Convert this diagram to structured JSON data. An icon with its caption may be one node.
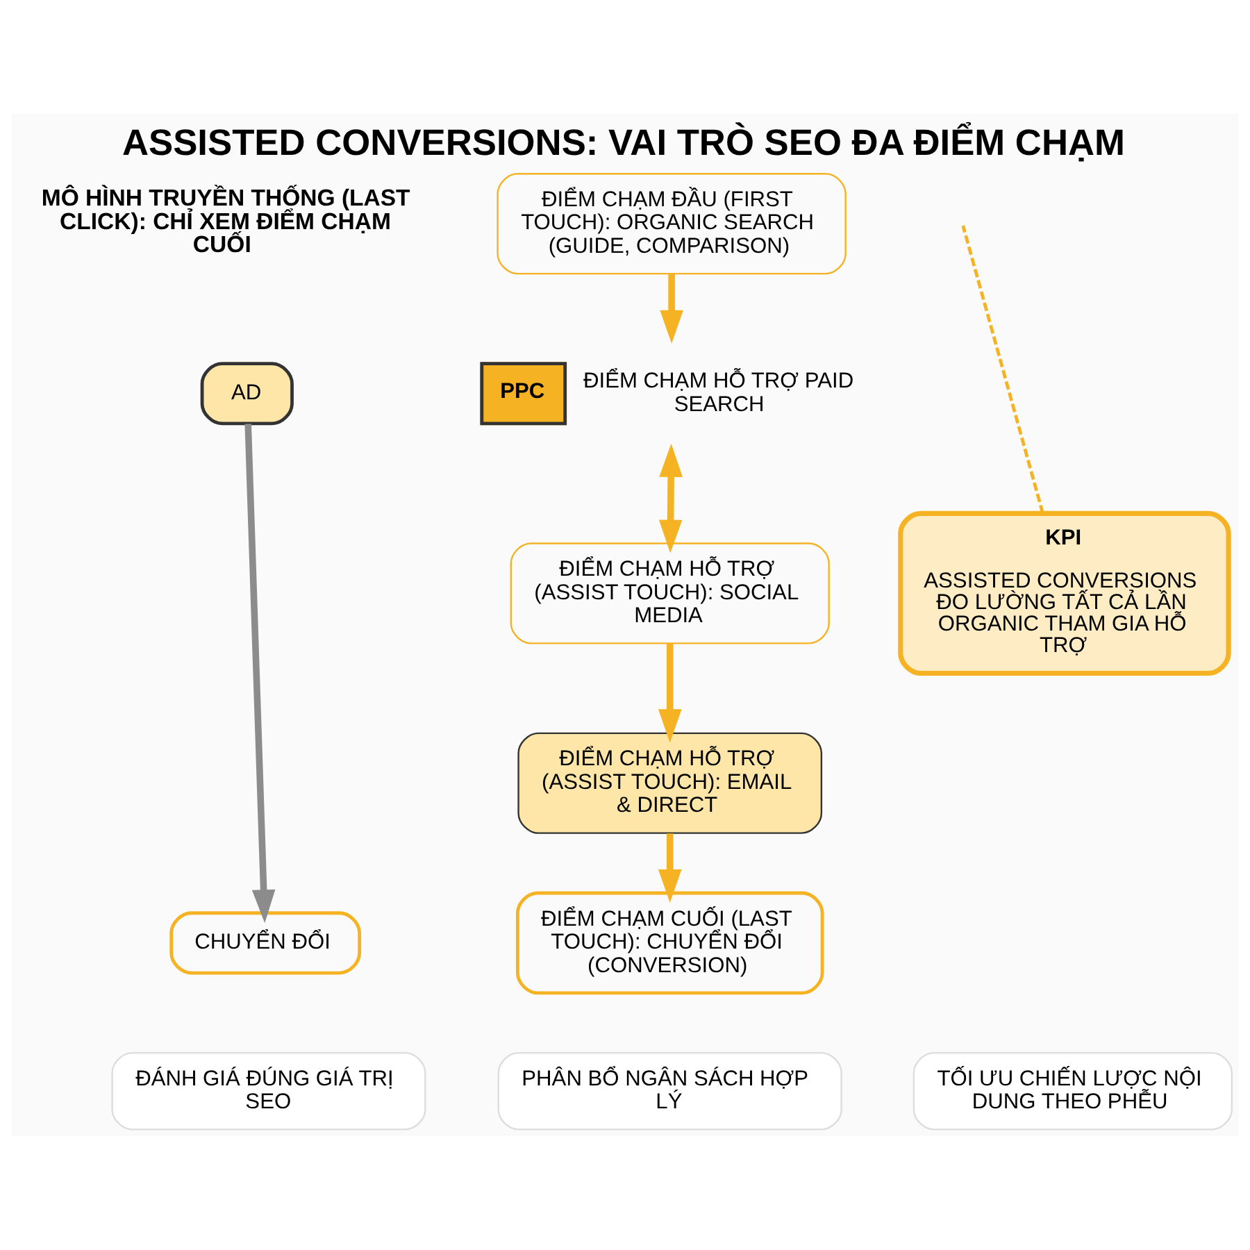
{
  "diagram": {
    "title": "ASSISTED CONVERSIONS: VAI TRÒ SEO ĐA ĐIỂM CHẠM",
    "nodes": [
      {
        "text": [
          "AD"
        ]
      },
      {
        "text": [
          "CHUYỂN ĐỔI"
        ]
      },
      {
        "text": [
          "ĐIỂM CHẠM ĐẦU (FIRST TOUCH): ORGANIC SEARCH (GUIDE, COMPARISON)"
        ]
      },
      {
        "text": [
          "PPC"
        ],
        "beside": [
          "ĐIỂM CHẠM HỖ TRỢ PAID SEARCH"
        ]
      },
      {
        "text": [
          "ĐIỂM CHẠM HỖ TRỢ (ASSIST TOUCH): SOCIAL MEDIA"
        ]
      },
      {
        "text": [
          "ĐIỂM CHẠM HỖ TRỢ (ASSIST TOUCH): EMAIL & DIRECT"
        ]
      },
      {
        "text": [
          "KPI",
          "ASSISTED CONVERSIONS ĐO LƯỜNG TẤT CẢ LẦN ORGANIC THAM GIA HỖ TRỢ"
        ]
      },
      {
        "text": [
          "ĐIỂM CHẠM CUỐI (LAST TOUCH): CHUYỂN ĐỔI (CONVERSION)"
        ]
      },
      {
        "text": [
          "ĐÁNH GIÁ ĐÚNG GIÁ TRỊ SEO"
        ]
      },
      {
        "text": [
          "PHÂN BỔ NGÂN SÁCH HỢP LÝ"
        ]
      },
      {
        "text": [
          "TỐI ƯU CHIẾN LƯỢC NỘI DUNG THEO PHỄU"
        ]
      }
    ],
    "edges": [
      {
        "from": 0,
        "to": 1,
        "arrow": "to",
        "color": "#8c8c8c"
      },
      {
        "from": 2,
        "to": 3,
        "arrow": "to"
      },
      {
        "from": 3,
        "to": 4,
        "arrow": "both"
      },
      {
        "from": 4,
        "to": 5,
        "arrow": "to"
      },
      {
        "from": 5,
        "to": 7,
        "arrow": "to"
      },
      {
        "from": 6,
        "to": null,
        "arrow": "none",
        "style": "dashed"
      }
    ],
    "labels": [
      "MÔ HÌNH TRUYỀN THỐNG (LAST CLICK): CHỈ XEM ĐIỂM CHẠM CUỐI"
    ]
  }
}
